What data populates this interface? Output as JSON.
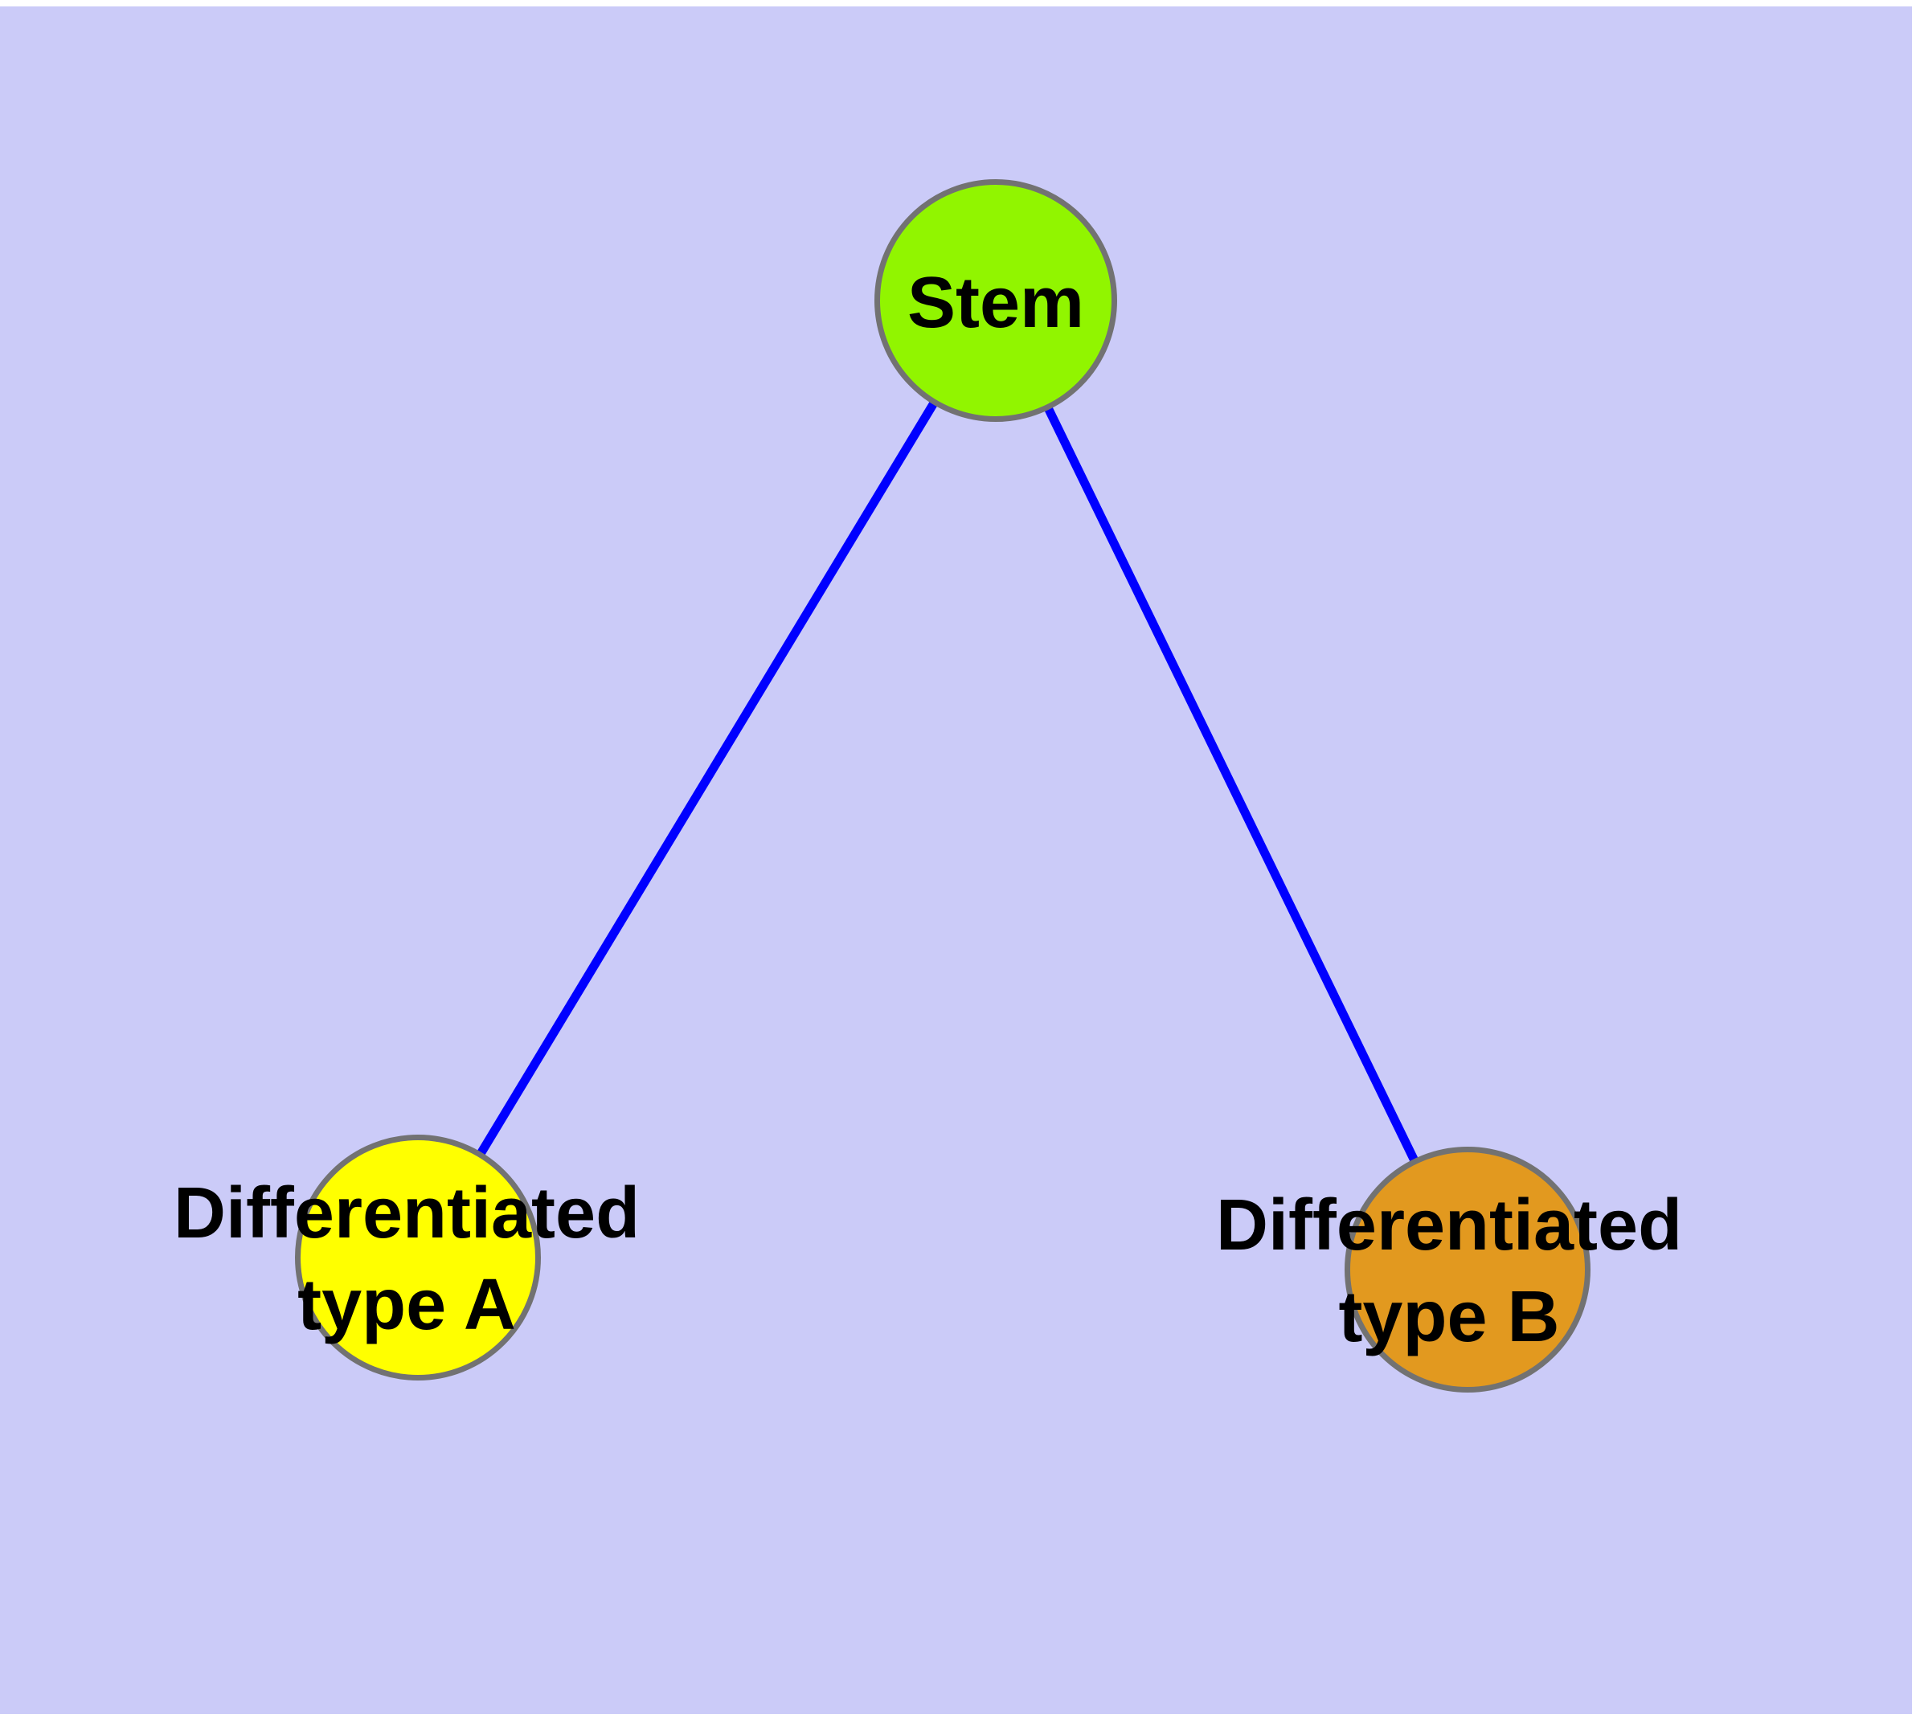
{
  "diagram": {
    "type": "node-link-graph",
    "background_color": "#CBCBF8",
    "node_border_color": "#727272",
    "label_color": "#000000",
    "nodes": [
      {
        "id": "stem",
        "label": "Stem",
        "fill_color": "#91F500"
      },
      {
        "id": "differentiated-type-a",
        "label": "Differentiated\ntype A",
        "fill_color": "#FFFF00"
      },
      {
        "id": "differentiated-type-b",
        "label": "Differentiated\ntype B",
        "fill_color": "#E2991F"
      }
    ],
    "edges": [
      {
        "from": "stem",
        "to": "differentiated-type-a",
        "color": "#0000FF"
      },
      {
        "from": "stem",
        "to": "differentiated-type-b",
        "color": "#0000FF"
      }
    ]
  }
}
